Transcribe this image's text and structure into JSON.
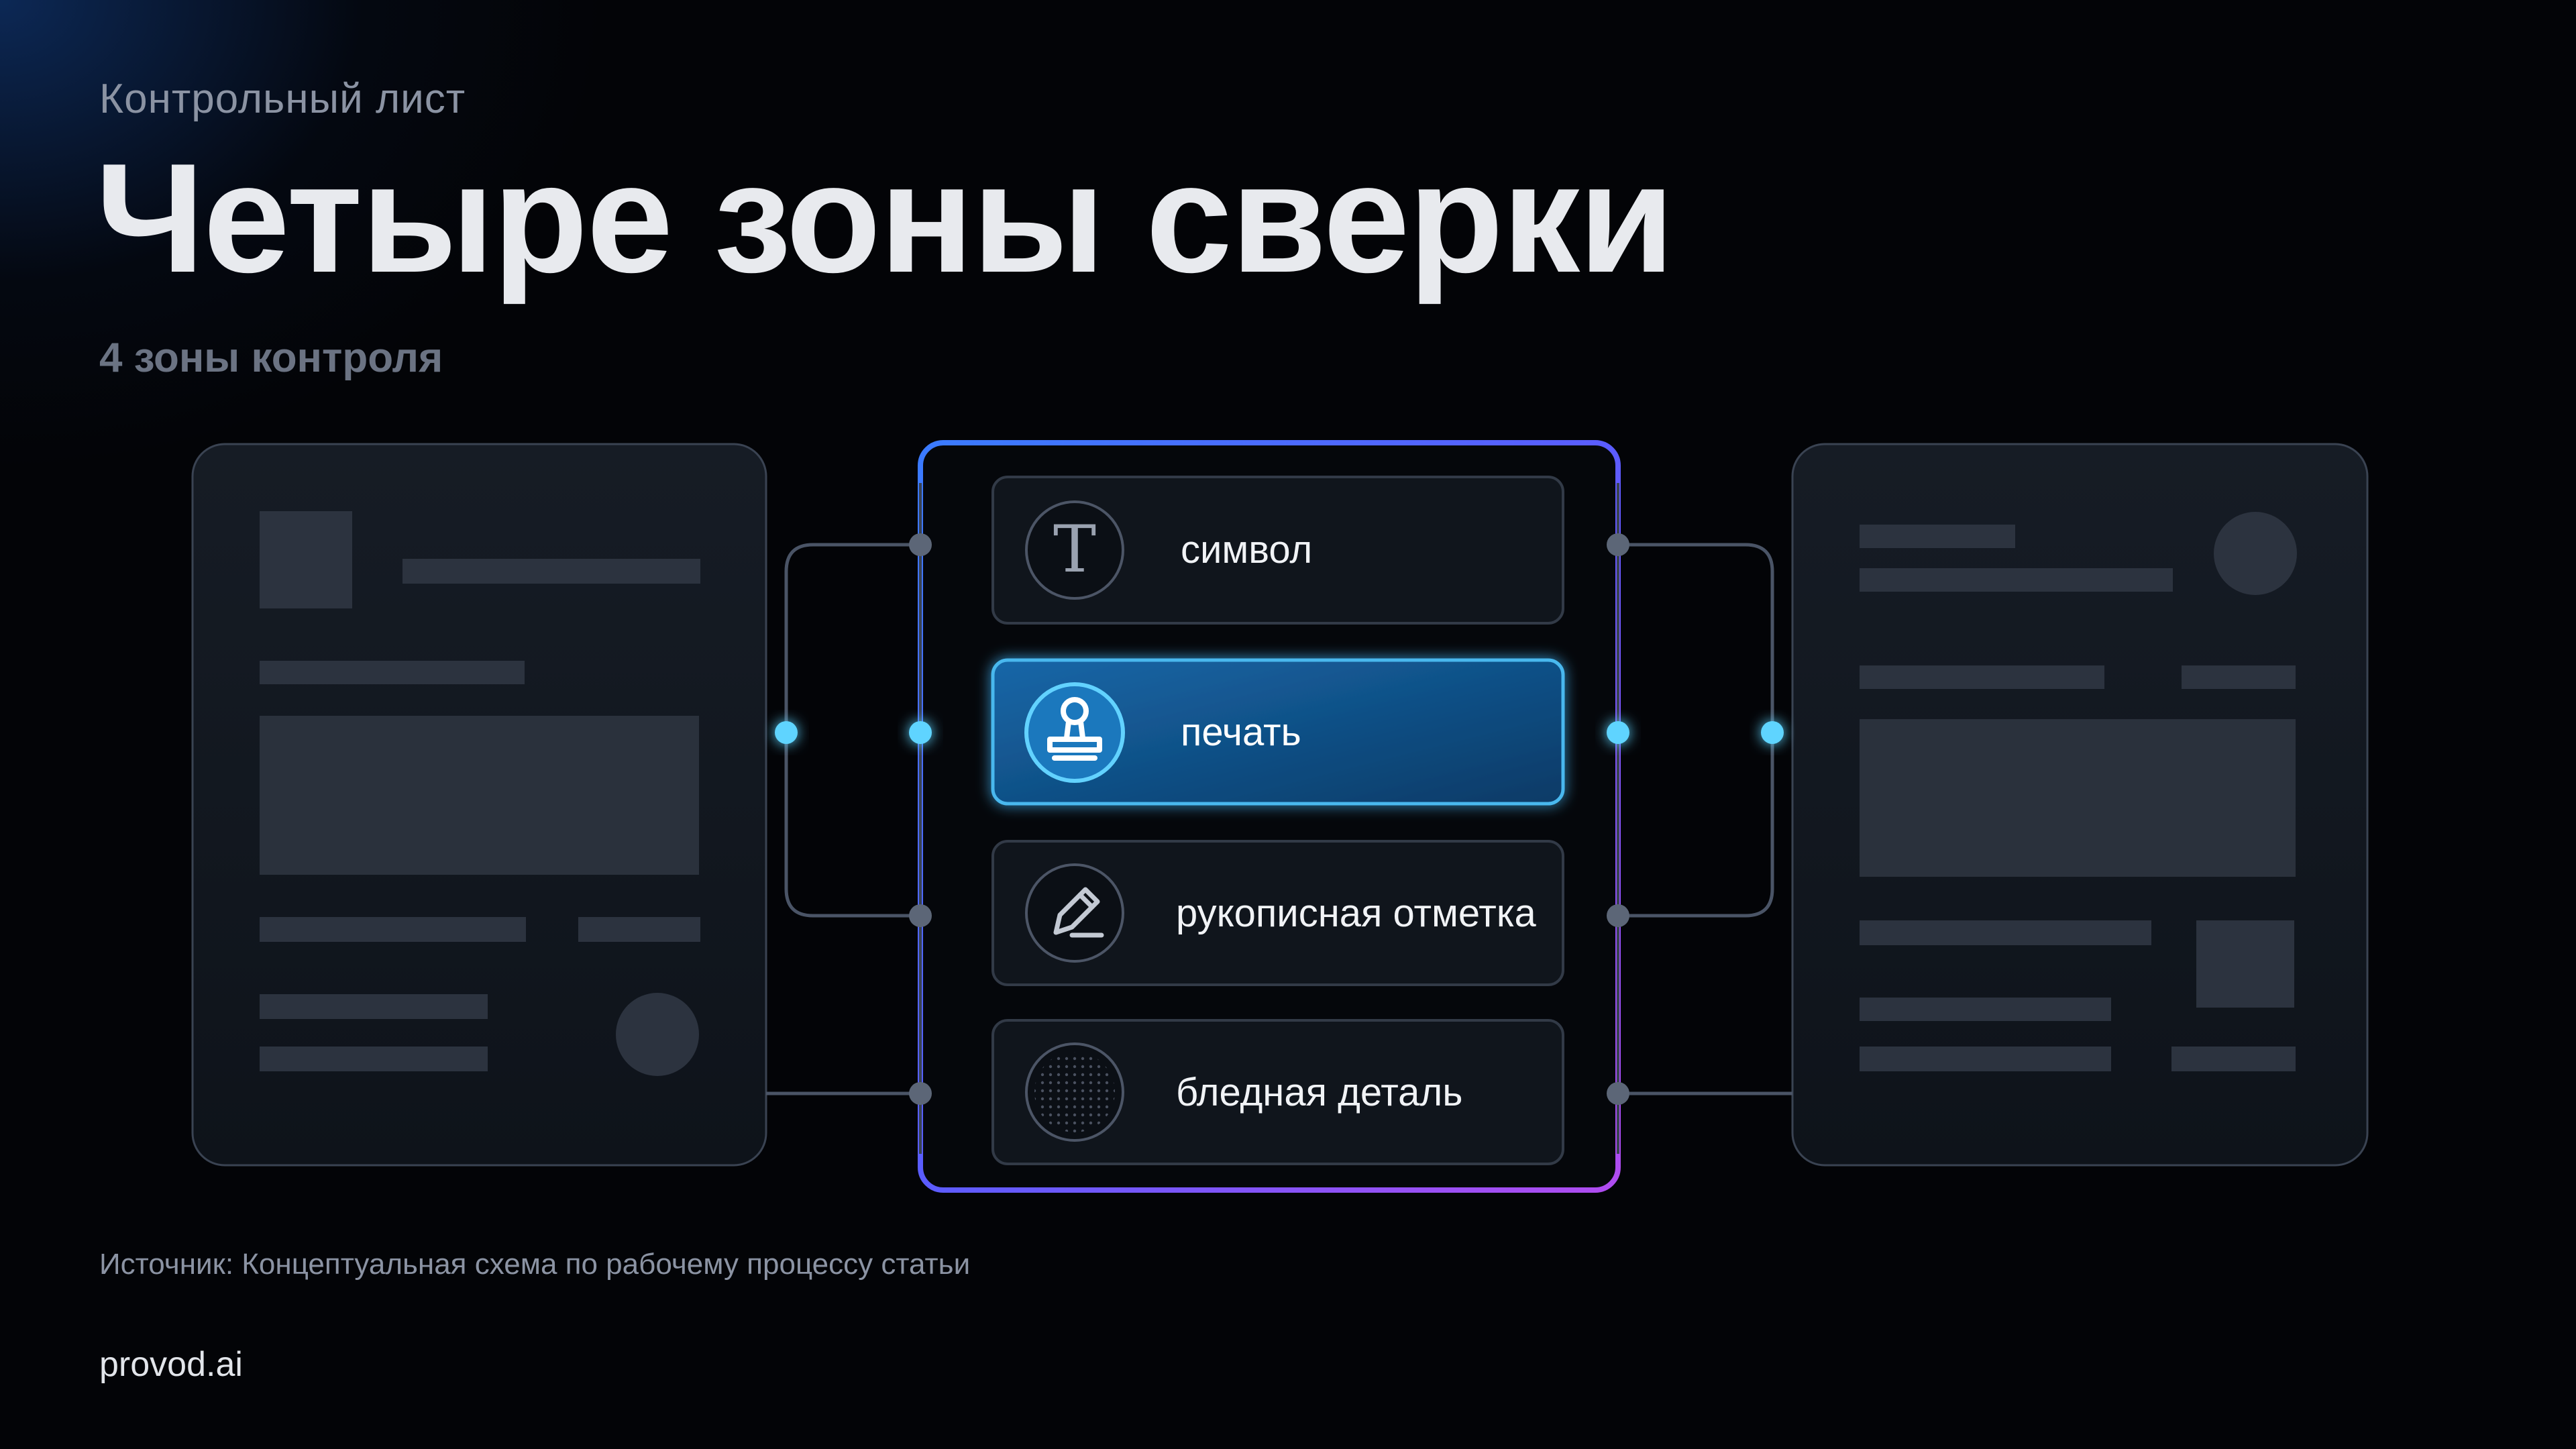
{
  "header": {
    "eyebrow": "Контрольный лист",
    "title": "Четыре зоны сверки",
    "subtitle": "4 зоны контроля"
  },
  "zones": [
    {
      "label": "символ",
      "icon": "letter-t-icon",
      "active": false
    },
    {
      "label": "печать",
      "icon": "stamp-icon",
      "active": true
    },
    {
      "label": "рукописная отметка",
      "icon": "pen-icon",
      "active": false
    },
    {
      "label": "бледная деталь",
      "icon": "dots-texture-icon",
      "active": false
    }
  ],
  "icon_glyphs": {
    "letter_t": "T"
  },
  "footer": {
    "source": "Источник: Концептуальная схема по рабочему процессу статьи",
    "brand": "provod.ai"
  },
  "colors": {
    "background": "#030407",
    "accent": "#3fc6f0",
    "active_fill": "#0f4f86",
    "frame_start": "#3a7bff",
    "frame_end": "#b04cf0",
    "card": "#0f141b",
    "line": "#4a5466"
  }
}
